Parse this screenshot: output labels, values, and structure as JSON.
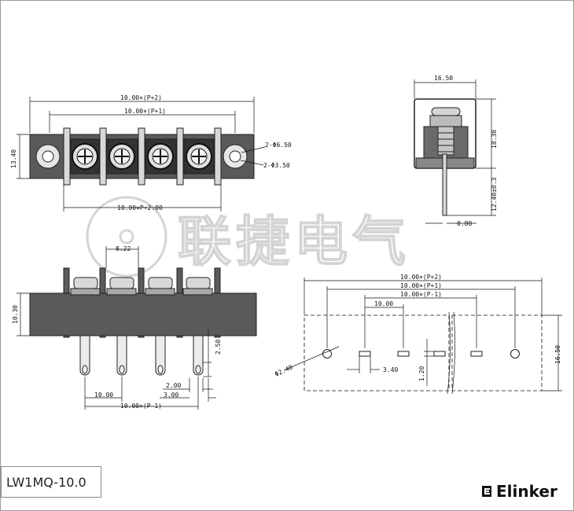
{
  "part_number": "LW1MQ-10.0",
  "brand": "Elinker",
  "watermark": "联捷电气",
  "dimensions": {
    "top_width_p2": "10.00×(P+2)",
    "top_width_p1": "10.00×(P+1)",
    "height_13_40": "13.40",
    "hole_outer": "2-Φ6.50",
    "hole_inner": "2-Φ3.50",
    "pin_span_p2": "10.00×P+2.00",
    "pitch_8_22": "8.22",
    "side_width": "16.50",
    "side_height": "18.30",
    "pin_length": "12.40±0.3",
    "pin_thickness": "0.80",
    "front_height": "10.30",
    "pin_offset": "2.50",
    "dim_2_00": "2.00",
    "dim_3_00": "3.00",
    "dim_10_00": "10.00",
    "front_width_p1m": "10.00×(P-1)",
    "pcb_width_p2": "10.00×(P+2)",
    "pcb_width_p1": "10.00×(P+1)",
    "pcb_width_p1m": "10.00×(P-1)",
    "pcb_pitch": "10.00",
    "pcb_slot_w": "3.40",
    "pcb_slot_h": "1.20",
    "pcb_height": "16.50",
    "pcb_hole": "Φ2.40"
  }
}
